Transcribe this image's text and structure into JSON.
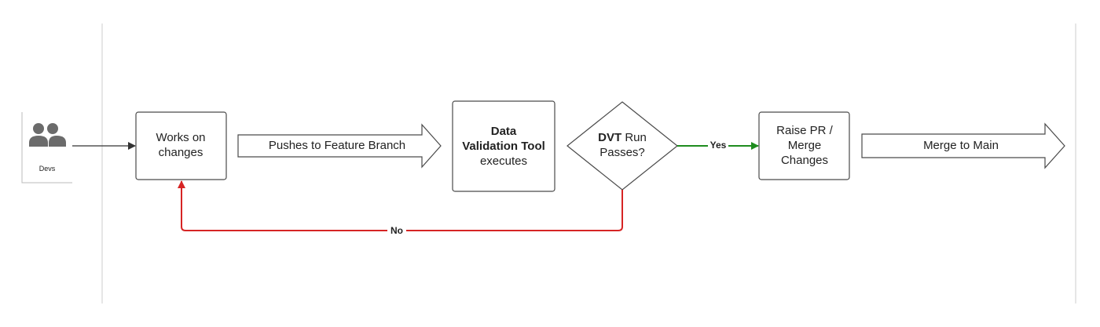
{
  "actor": {
    "label": "Devs",
    "icon": "users-icon"
  },
  "nodes": {
    "works": {
      "line1": "Works on",
      "line2": "changes"
    },
    "push_arrow": {
      "label": "Pushes to Feature Branch"
    },
    "dvt_tool": {
      "line1": "Data",
      "line2": "Validation Tool",
      "line3": "executes"
    },
    "decision": {
      "line1_bold": "DVT",
      "line1_rest": " Run",
      "line2": "Passes?"
    },
    "raise_pr": {
      "line1": "Raise PR /",
      "line2": "Merge",
      "line3": "Changes"
    },
    "merge_arrow": {
      "label": "Merge to Main"
    }
  },
  "edges": {
    "yes": {
      "label": "Yes",
      "color": "#1e8c1e"
    },
    "no": {
      "label": "No",
      "color": "#d62424"
    }
  },
  "colors": {
    "stroke": "#4a4a4a",
    "lane_line": "#cccccc",
    "icon": "#6b6b6b"
  }
}
